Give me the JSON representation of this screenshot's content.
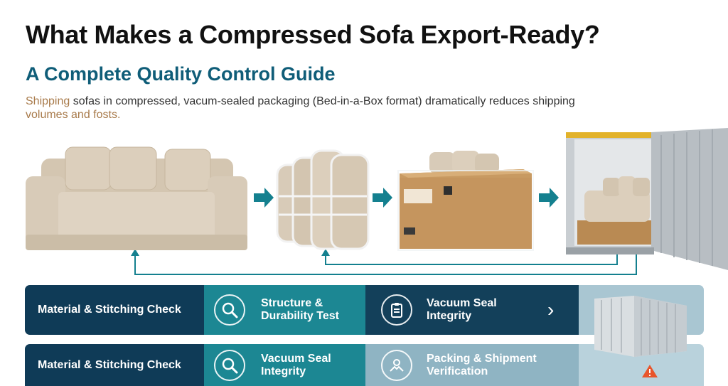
{
  "header": {
    "title": "What Makes a Compressed Sofa Export-Ready?",
    "subtitle": "A Complete Quality Control Guide",
    "description_accent": "Shipping",
    "description_main": " sofas in compressed, vacum-sealed packaging (Bed-in-a-Box format)  dramatically reduces shipping",
    "description_line2": "volumes and fosts."
  },
  "flow": {
    "steps": [
      "sofa",
      "compressed-rolls",
      "packed-box",
      "shipping-container"
    ],
    "colors": {
      "arrow": "#14808f",
      "sofa": "#d8cbb8",
      "cardboard": "#c89a62",
      "container": "#c9ced2"
    }
  },
  "qc_rows": [
    {
      "items": [
        {
          "label": "Material & Stitching Check"
        },
        {
          "label": "Structure & Durability Test",
          "icon": "magnifier-icon"
        },
        {
          "label": "Vacuum Seal Integrity",
          "icon": "clipboard-icon"
        }
      ]
    },
    {
      "items": [
        {
          "label": "Material & Stitching Check"
        },
        {
          "label": "Vacuum Seal Integrity",
          "icon": "magnifier-icon"
        },
        {
          "label": "Packing & Shipment Verification",
          "icon": "hands-icon"
        }
      ]
    }
  ],
  "colors": {
    "navy": "#0f3b57",
    "teal": "#1c8793",
    "deep": "#13405a",
    "pale": "#a9c6d2",
    "warning": "#e8552b"
  }
}
